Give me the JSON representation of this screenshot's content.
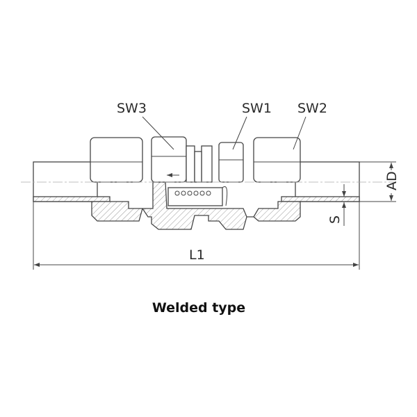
{
  "labels": {
    "sw3": "SW3",
    "sw1": "SW1",
    "sw2": "SW2",
    "ad": "AD",
    "s": "S",
    "l1": "L1"
  },
  "caption": "Welded type"
}
